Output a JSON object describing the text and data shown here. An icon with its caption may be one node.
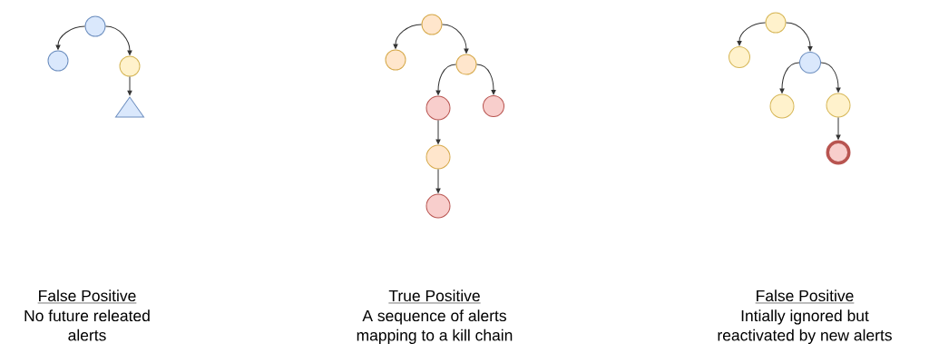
{
  "diagram": {
    "nodes": [
      {
        "text": [],
        "shape": "circle"
      },
      {
        "text": [],
        "shape": "circle"
      },
      {
        "text": [],
        "shape": "circle"
      },
      {
        "text": [],
        "shape": "triangle"
      },
      {
        "text": [],
        "shape": "circle"
      },
      {
        "text": [],
        "shape": "circle"
      },
      {
        "text": [],
        "shape": "circle"
      },
      {
        "text": [],
        "shape": "circle"
      },
      {
        "text": [],
        "shape": "circle"
      },
      {
        "text": [],
        "shape": "circle"
      },
      {
        "text": [],
        "shape": "circle"
      },
      {
        "text": [],
        "shape": "circle"
      },
      {
        "text": [],
        "shape": "circle"
      },
      {
        "text": [],
        "shape": "circle"
      },
      {
        "text": [],
        "shape": "circle"
      },
      {
        "text": [],
        "shape": "circle"
      },
      {
        "text": [],
        "shape": "circle"
      }
    ],
    "edges": [
      {
        "from": 0,
        "to": 1,
        "arrow": "to"
      },
      {
        "from": 0,
        "to": 2,
        "arrow": "to"
      },
      {
        "from": 2,
        "to": 3,
        "arrow": "to"
      },
      {
        "from": 4,
        "to": 5,
        "arrow": "to"
      },
      {
        "from": 4,
        "to": 6,
        "arrow": "to"
      },
      {
        "from": 6,
        "to": 7,
        "arrow": "to"
      },
      {
        "from": 6,
        "to": 8,
        "arrow": "to"
      },
      {
        "from": 7,
        "to": 9,
        "arrow": "to"
      },
      {
        "from": 9,
        "to": 10,
        "arrow": "to"
      },
      {
        "from": 11,
        "to": 12,
        "arrow": "to"
      },
      {
        "from": 11,
        "to": 13,
        "arrow": "to"
      },
      {
        "from": 13,
        "to": 14,
        "arrow": "to"
      },
      {
        "from": 13,
        "to": 15,
        "arrow": "to"
      },
      {
        "from": 15,
        "to": 16,
        "arrow": "to"
      }
    ],
    "labels": [
      "False Positive",
      "No future releated alerts",
      "True Positive",
      "A sequence of alerts mapping to a kill chain",
      "False Positive",
      "Intially ignored but reactivated by new alerts"
    ]
  }
}
